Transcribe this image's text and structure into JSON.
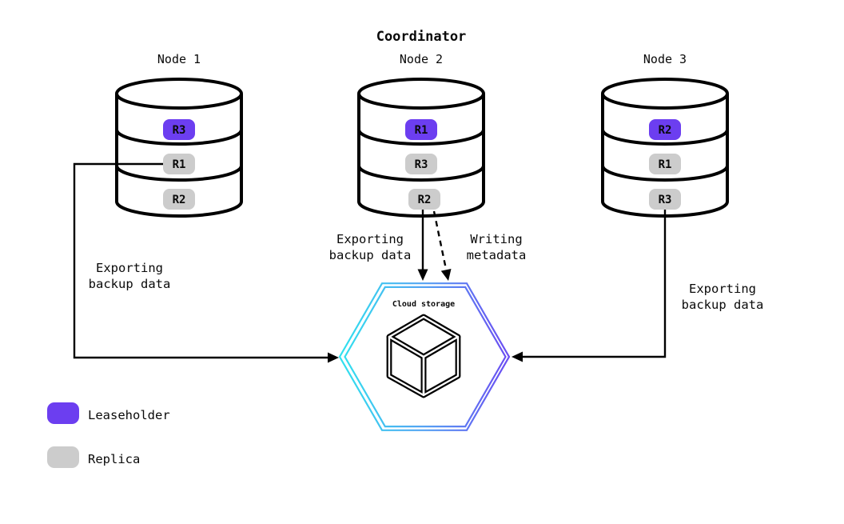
{
  "title": "Coordinator",
  "colors": {
    "leaseholder": "#6c3ef0",
    "replica": "#cccccc",
    "badge_text_leaseholder": "#ffffff",
    "badge_text_replica": "#333333",
    "hex_gradient_start": "#30e2ee",
    "hex_gradient_mid": "#55a2f3",
    "hex_gradient_end": "#6b4bf2",
    "line": "#000000"
  },
  "nodes": [
    {
      "label": "Node 1",
      "replicas": [
        {
          "id": "R3",
          "role": "leaseholder"
        },
        {
          "id": "R1",
          "role": "replica"
        },
        {
          "id": "R2",
          "role": "replica"
        }
      ]
    },
    {
      "label": "Node 2",
      "replicas": [
        {
          "id": "R1",
          "role": "leaseholder"
        },
        {
          "id": "R3",
          "role": "replica"
        },
        {
          "id": "R2",
          "role": "replica"
        }
      ]
    },
    {
      "label": "Node 3",
      "replicas": [
        {
          "id": "R2",
          "role": "leaseholder"
        },
        {
          "id": "R1",
          "role": "replica"
        },
        {
          "id": "R3",
          "role": "replica"
        }
      ]
    }
  ],
  "cloud": {
    "label": "Cloud storage"
  },
  "edges": {
    "node1_export": {
      "line1": "Exporting",
      "line2": "backup data",
      "style": "solid"
    },
    "node2_export": {
      "line1": "Exporting",
      "line2": "backup data",
      "style": "solid"
    },
    "node2_metadata": {
      "line1": "Writing",
      "line2": "metadata",
      "style": "dashed"
    },
    "node3_export": {
      "line1": "Exporting",
      "line2": "backup data",
      "style": "solid"
    }
  },
  "legend": [
    {
      "role": "leaseholder",
      "label": "Leaseholder"
    },
    {
      "role": "replica",
      "label": "Replica"
    }
  ]
}
